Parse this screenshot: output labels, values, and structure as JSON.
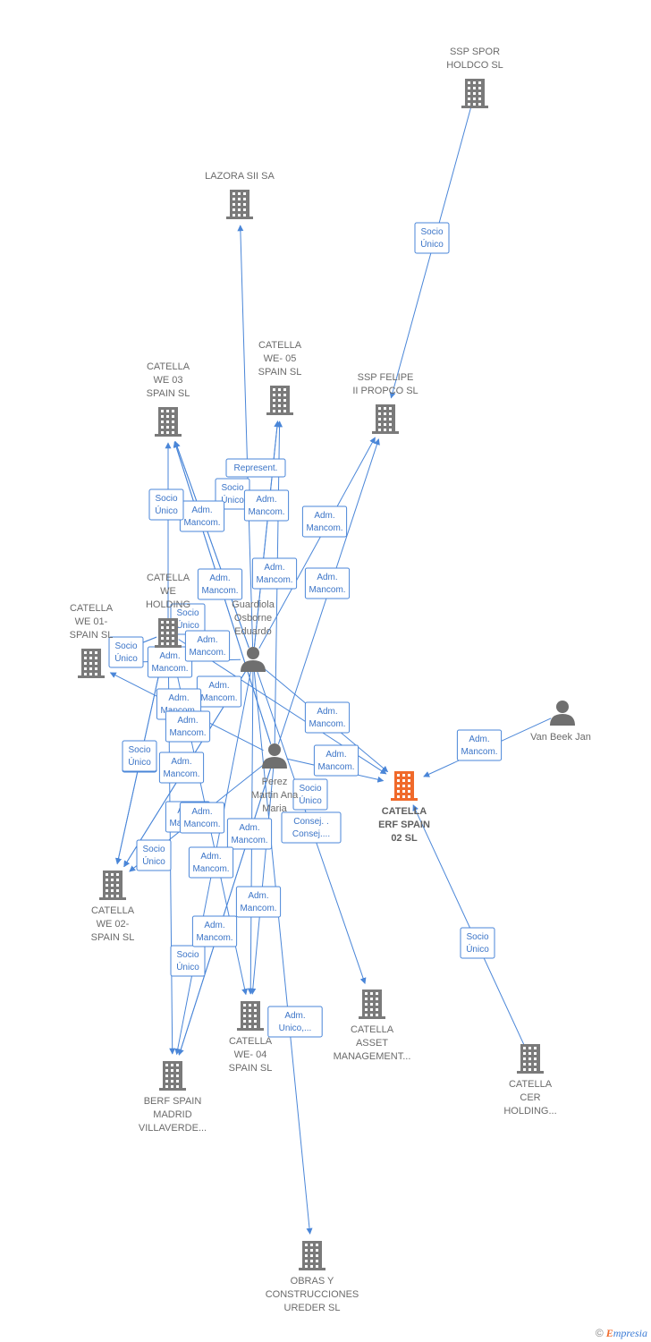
{
  "colors": {
    "edge": "#4a86d8",
    "company": "#7a7a7a",
    "focus": "#f06a2b",
    "person": "#6f6f6f",
    "badge_text": "#3b74c7"
  },
  "brand": {
    "copyright": "©",
    "e": "E",
    "rest": "mpresia"
  },
  "nodes": [
    {
      "id": "ssp_spor",
      "type": "company",
      "icon": "building-icon",
      "lines": [
        "SSP SPOR",
        "HOLDCO  SL"
      ]
    },
    {
      "id": "lazora",
      "type": "company",
      "icon": "building-icon",
      "lines": [
        "LAZORA SII SA"
      ]
    },
    {
      "id": "catella_we05",
      "type": "company",
      "icon": "building-icon",
      "lines": [
        "CATELLA",
        "WE- 05",
        "SPAIN  SL"
      ]
    },
    {
      "id": "catella_we03",
      "type": "company",
      "icon": "building-icon",
      "lines": [
        "CATELLA",
        "WE 03",
        "SPAIN  SL"
      ]
    },
    {
      "id": "ssp_felipe",
      "type": "company",
      "icon": "building-icon",
      "lines": [
        "SSP FELIPE",
        "II PROPCO  SL"
      ]
    },
    {
      "id": "catella_we_holding",
      "type": "company",
      "icon": "building-icon",
      "lines": [
        "CATELLA",
        "WE",
        "HOLDING"
      ]
    },
    {
      "id": "catella_we01",
      "type": "company",
      "icon": "building-icon",
      "lines": [
        "CATELLA",
        "WE 01-",
        "SPAIN  SL"
      ]
    },
    {
      "id": "guardiola",
      "type": "person",
      "icon": "person-icon",
      "lines": [
        "Guardiola",
        "Osborne",
        "Eduardo"
      ]
    },
    {
      "id": "van_beek",
      "type": "person",
      "icon": "person-icon",
      "lines": [
        "Van Beek Jan"
      ]
    },
    {
      "id": "perez",
      "type": "person",
      "icon": "person-icon",
      "lines": [
        "Perez",
        "Martin Ana",
        "Maria"
      ]
    },
    {
      "id": "catella_erf",
      "type": "focus",
      "icon": "building-icon",
      "lines": [
        "CATELLA",
        "ERF SPAIN",
        "02  SL"
      ]
    },
    {
      "id": "catella_we02",
      "type": "company",
      "icon": "building-icon",
      "lines": [
        "CATELLA",
        "WE 02-",
        "SPAIN  SL"
      ]
    },
    {
      "id": "catella_we04",
      "type": "company",
      "icon": "building-icon",
      "lines": [
        "CATELLA",
        "WE- 04",
        "SPAIN  SL"
      ]
    },
    {
      "id": "catella_asset",
      "type": "company",
      "icon": "building-icon",
      "lines": [
        "CATELLA",
        "ASSET",
        "MANAGEMENT..."
      ]
    },
    {
      "id": "catella_cer",
      "type": "company",
      "icon": "building-icon",
      "lines": [
        "CATELLA",
        "CER",
        "HOLDING..."
      ]
    },
    {
      "id": "berf",
      "type": "company",
      "icon": "building-icon",
      "lines": [
        "BERF SPAIN",
        "MADRID",
        "VILLAVERDE..."
      ]
    },
    {
      "id": "obras",
      "type": "company",
      "icon": "building-icon",
      "lines": [
        "OBRAS Y",
        "CONSTRUCCIONES",
        "UREDER SL"
      ]
    }
  ],
  "edges": [
    {
      "from": "ssp_spor",
      "to": "ssp_felipe",
      "lines": [
        "Socio",
        "Único"
      ]
    },
    {
      "from": "guardiola",
      "to": "lazora",
      "lines": [
        "Represent."
      ]
    },
    {
      "from": "guardiola",
      "to": "catella_we05",
      "lines": [
        "Socio",
        "Único"
      ]
    },
    {
      "from": "perez",
      "to": "catella_we05",
      "lines": [
        "Adm.",
        "Mancom."
      ]
    },
    {
      "from": "guardiola",
      "to": "catella_we03",
      "lines": [
        "Adm.",
        "Mancom."
      ]
    },
    {
      "from": "catella_we_holding",
      "to": "catella_we03",
      "lines": [
        "Socio",
        "Único"
      ]
    },
    {
      "from": "perez",
      "to": "catella_we03",
      "lines": [
        "Adm.",
        "Mancom."
      ]
    },
    {
      "from": "guardiola",
      "to": "ssp_felipe",
      "lines": [
        "Adm.",
        "Mancom."
      ]
    },
    {
      "from": "perez",
      "to": "ssp_felipe",
      "lines": [
        "Adm.",
        "Mancom."
      ]
    },
    {
      "from": "guardiola",
      "to": "catella_we05",
      "lines": [
        "Adm.",
        "Mancom."
      ]
    },
    {
      "from": "catella_we_holding",
      "to": "catella_we01",
      "lines": [
        "Socio",
        "Único"
      ]
    },
    {
      "from": "guardiola",
      "to": "catella_we01",
      "lines": [
        "Adm.",
        "Mancom."
      ]
    },
    {
      "from": "perez",
      "to": "catella_we01",
      "lines": [
        "Adm.",
        "Mancom."
      ]
    },
    {
      "from": "van_beek",
      "to": "catella_erf",
      "lines": [
        "Adm.",
        "Mancom."
      ]
    },
    {
      "from": "guardiola",
      "to": "catella_erf",
      "lines": [
        "Adm.",
        "Mancom."
      ]
    },
    {
      "from": "perez",
      "to": "catella_erf",
      "lines": [
        "Adm.",
        "Mancom."
      ]
    },
    {
      "from": "catella_we_holding",
      "to": "catella_erf",
      "lines": [
        "Socio",
        "Único"
      ]
    },
    {
      "from": "guardiola",
      "to": "catella_asset",
      "lines": [
        "Consej. .",
        "Consej...."
      ]
    },
    {
      "from": "catella_cer",
      "to": "catella_erf",
      "lines": [
        "Socio",
        "Único"
      ]
    },
    {
      "from": "catella_we_holding",
      "to": "catella_we02",
      "lines": [
        "Socio",
        "Único"
      ]
    },
    {
      "from": "guardiola",
      "to": "catella_we02",
      "lines": [
        "Adm.",
        "Mancom."
      ]
    },
    {
      "from": "perez",
      "to": "catella_we02",
      "lines": [
        "Adm.",
        "Mancom."
      ]
    },
    {
      "from": "catella_we_holding",
      "to": "catella_we04",
      "lines": [
        "Socio",
        "Único"
      ]
    },
    {
      "from": "guardiola",
      "to": "catella_we04",
      "lines": [
        "Adm.",
        "Mancom."
      ]
    },
    {
      "from": "perez",
      "to": "catella_we04",
      "lines": [
        "Adm.",
        "Mancom."
      ]
    },
    {
      "from": "catella_we_holding",
      "to": "berf",
      "lines": [
        "Socio",
        "Único"
      ]
    },
    {
      "from": "guardiola",
      "to": "berf",
      "lines": [
        "Adm.",
        "Mancom."
      ]
    },
    {
      "from": "perez",
      "to": "berf",
      "lines": [
        "Adm.",
        "Mancom."
      ]
    },
    {
      "from": "guardiola",
      "to": "obras",
      "lines": [
        "Adm.",
        "Unico,..."
      ]
    },
    {
      "from": "catella_we_holding",
      "to": "catella_we01",
      "lines": [
        "Socio",
        "Único"
      ]
    },
    {
      "from": "catella_we_holding",
      "to": "catella_we02",
      "lines": [
        "Socio",
        "Único"
      ]
    },
    {
      "from": "perez",
      "to": "catella_we03",
      "lines": [
        "Adm.",
        "Mancom."
      ]
    },
    {
      "from": "guardiola",
      "to": "catella_we03",
      "lines": [
        "Adm.",
        "Mancom."
      ]
    },
    {
      "from": "guardiola",
      "to": "catella_we02",
      "lines": [
        "Adm.",
        "Mancom."
      ]
    },
    {
      "from": "perez",
      "to": "berf",
      "lines": [
        "Adm.",
        "Mancom."
      ]
    }
  ]
}
